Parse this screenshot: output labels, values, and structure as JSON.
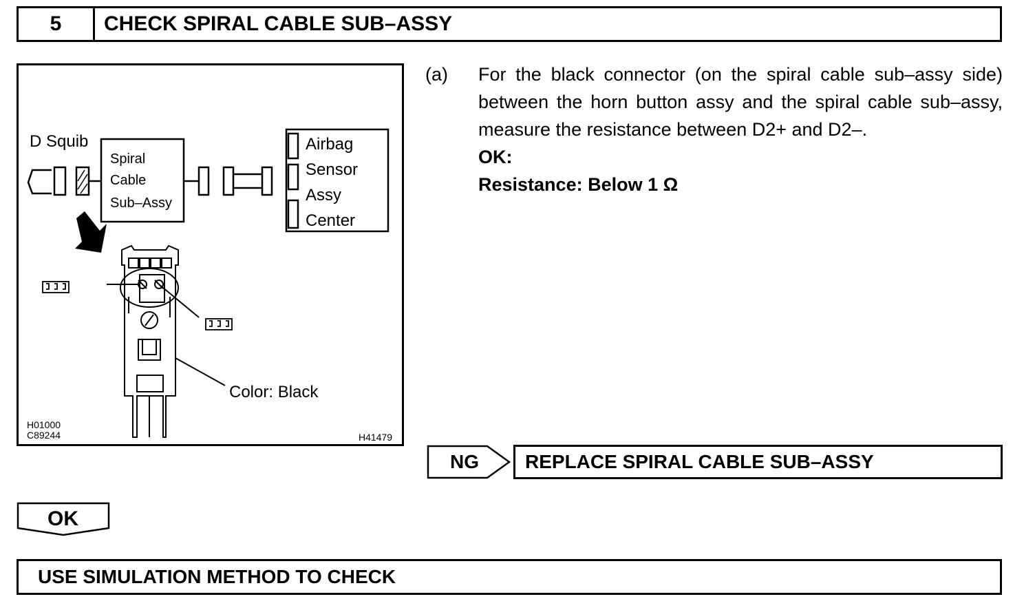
{
  "step": {
    "number": "5",
    "title": "CHECK SPIRAL CABLE SUB–ASSY"
  },
  "figure": {
    "label_d_squib": "D Squib",
    "spiral_cable_lines": [
      "Spiral",
      "Cable",
      "Sub–Assy"
    ],
    "airbag_sensor_lines": [
      "Airbag",
      "Sensor",
      "Assy",
      "Center"
    ],
    "color_label": "Color: Black",
    "code_1": "H01000",
    "code_2": "C89244",
    "figure_id": "H41479"
  },
  "instruction": {
    "label": "(a)",
    "text": "For the black connector (on the spiral cable sub–assy side) between the horn button assy and the spiral cable sub–assy, measure the resistance between D2+ and D2–.",
    "ok_heading": "OK:",
    "ok_spec": "Resistance: Below 1 Ω"
  },
  "ng_branch": {
    "tag": "NG",
    "action": "REPLACE SPIRAL CABLE SUB–ASSY"
  },
  "ok_branch": {
    "tag": "OK",
    "action": "USE SIMULATION METHOD TO CHECK"
  }
}
